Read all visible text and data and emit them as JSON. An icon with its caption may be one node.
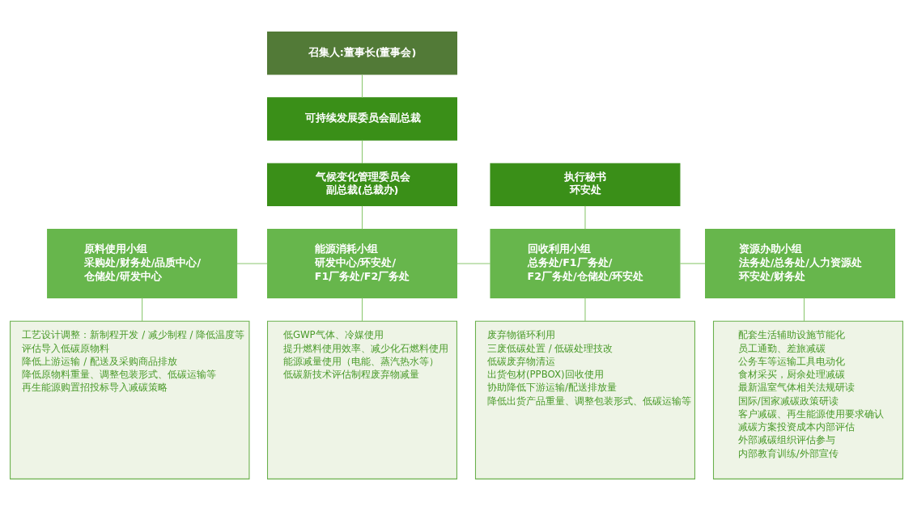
{
  "diagram": {
    "nodes": [
      {
        "text": [
          "召集人:董事长(董事会)"
        ]
      },
      {
        "text": [
          "可持续发展委员会副总裁"
        ]
      },
      {
        "text": [
          "气候变化管理委员会",
          "副总裁(总裁办)"
        ]
      },
      {
        "text": [
          "执行秘书",
          "环安处"
        ]
      },
      {
        "text": [
          "原料使用小组",
          "采购处/财务处/品质中心/",
          "仓储处/研发中心"
        ]
      },
      {
        "text": [
          "能源消耗小组",
          "研发中心/环安处/",
          "F1厂务处/F2厂务处"
        ]
      },
      {
        "text": [
          "回收利用小组",
          "总务处/F1厂务处/",
          "F2厂务处/仓储处/环安处"
        ]
      },
      {
        "text": [
          "资源办助小组",
          "法务处/总务处/人力资源处",
          "环安处/财务处"
        ]
      },
      {
        "text": [
          "工艺设计调整：新制程开发 / 减少制程 / 降低温度等",
          "评估导入低碳原物料",
          "降低上游运输 / 配送及采购商品排放",
          "降低原物料重量、调整包装形式、低碳运输等",
          "再生能源购置招投标导入减碳策略"
        ]
      },
      {
        "text": [
          "低GWP气体、冷媒使用",
          "提升燃料使用效率、减少化石燃料使用",
          "能源减量使用（电能、蒸汽热水等）",
          "低碳新技术评估制程废弃物减量"
        ]
      },
      {
        "text": [
          "废弃物循环利用",
          "三废低碳处置 / 低碳处理技改",
          "低碳废弃物清运",
          "出货包材(PPBOX)回收使用",
          "协助降低下游运输/配送排放量",
          "降低出货产品重量、调整包装形式、低碳运输等"
        ]
      },
      {
        "text": [
          "配套生活辅助设施节能化",
          "员工通勤、差旅减碳",
          "公务车等运输工具电动化",
          "食材采买，厨余处理减碳",
          "最新温室气体相关法规研读",
          "国际/国家减碳政策研读",
          "客户减碳、再生能源使用要求确认",
          "减碳方案投资成本内部评估",
          "外部减碳组织评估参与",
          "内部教育训练/外部宣传"
        ]
      }
    ],
    "edges": [
      {
        "from": 0,
        "to": 1,
        "arrow": "none"
      },
      {
        "from": 1,
        "to": 2,
        "arrow": "none"
      },
      {
        "from": 2,
        "to": 5,
        "arrow": "none"
      },
      {
        "from": 3,
        "to": 6,
        "arrow": "none"
      },
      {
        "from": 4,
        "to": 5,
        "arrow": "none"
      },
      {
        "from": 5,
        "to": 6,
        "arrow": "none"
      },
      {
        "from": 6,
        "to": 7,
        "arrow": "none"
      },
      {
        "from": 4,
        "to": 8,
        "arrow": "none"
      },
      {
        "from": 5,
        "to": 9,
        "arrow": "none"
      },
      {
        "from": 6,
        "to": 10,
        "arrow": "none"
      },
      {
        "from": 7,
        "to": 11,
        "arrow": "none"
      }
    ]
  }
}
